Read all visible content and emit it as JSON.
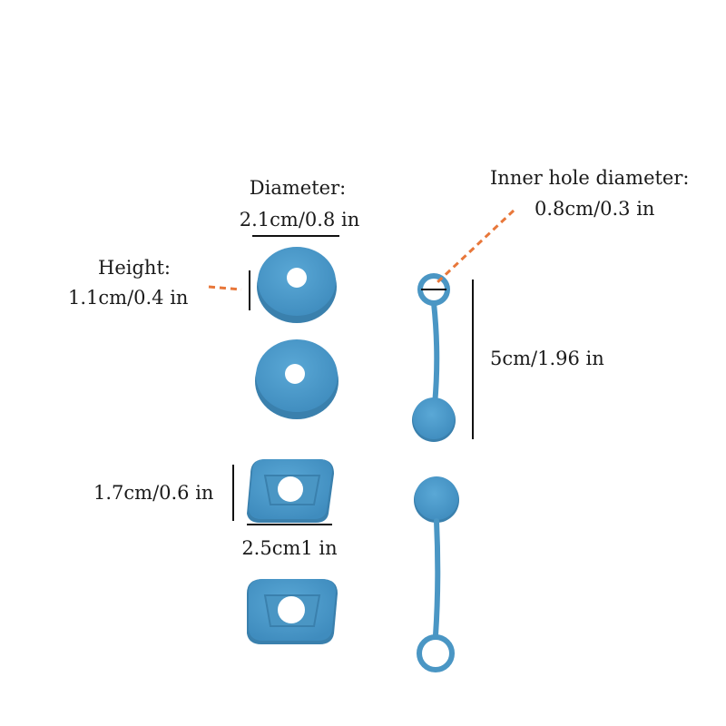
{
  "labels": {
    "diameter_title": "Diameter:",
    "diameter_value": "2.1cm/0.8 in",
    "height_title": "Height:",
    "height_value": "1.1cm/0.4 in",
    "inner_hole_title": "Inner hole diameter:",
    "inner_hole_value": "0.8cm/0.3 in",
    "strap_length": "5cm/1.96 in",
    "rect_height": "1.7cm/0.6 in",
    "rect_width": "2.5cm1 in"
  },
  "colors": {
    "silicone_blue": "#4a96c4",
    "silicone_blue_dark": "#3a80ad",
    "annotation_orange": "#e8773a",
    "measure_line": "#111111"
  }
}
